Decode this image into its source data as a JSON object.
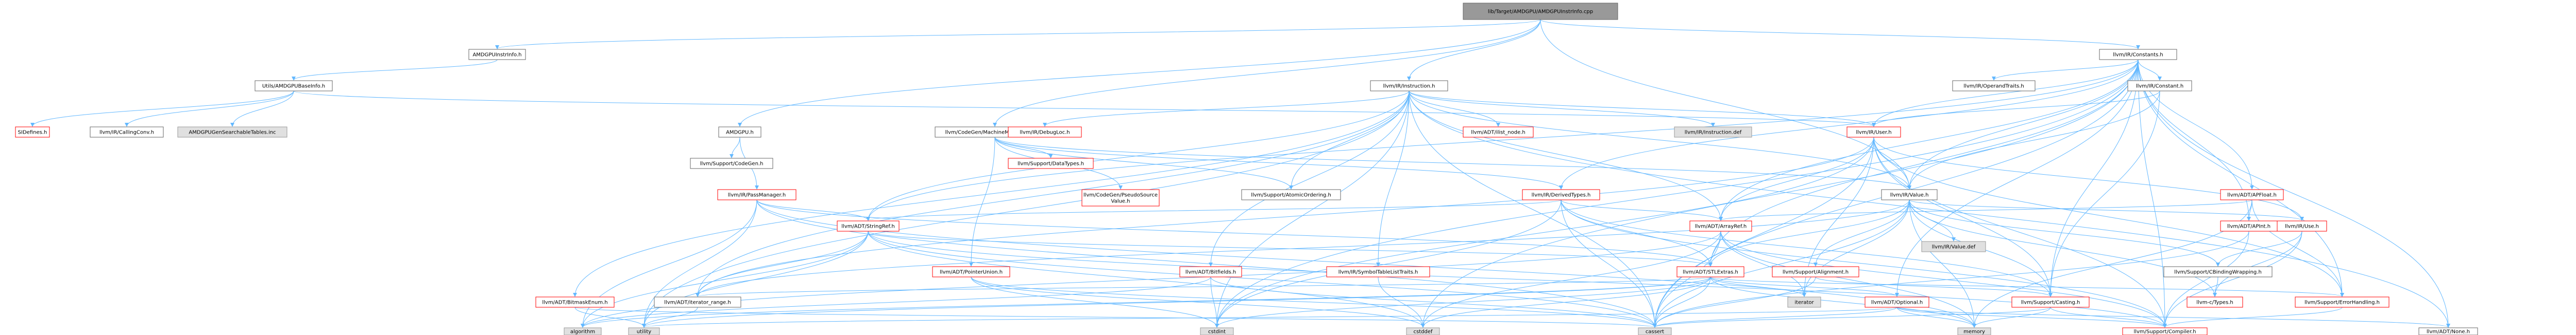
{
  "diagram": {
    "nodes": [
      {
        "id": "root",
        "label": "lib/Target/AMDGPU/AMDGPUInstrInfo.cpp",
        "kind": "root"
      },
      {
        "id": "amdgpuinstrinfo_h",
        "label": "AMDGPUInstrInfo.h",
        "kind": "normal"
      },
      {
        "id": "baseinfo",
        "label": "Utils/AMDGPUBaseInfo.h",
        "kind": "normal"
      },
      {
        "id": "sidefines",
        "label": "SIDefines.h",
        "kind": "trunc"
      },
      {
        "id": "callingconv",
        "label": "llvm/IR/CallingConv.h",
        "kind": "normal"
      },
      {
        "id": "searchtables",
        "label": "AMDGPUGenSearchableTables.inc",
        "kind": "sys"
      },
      {
        "id": "amdgpu_h",
        "label": "AMDGPU.h",
        "kind": "normal"
      },
      {
        "id": "support_codegen",
        "label": "llvm/Support/CodeGen.h",
        "kind": "normal"
      },
      {
        "id": "passmanager",
        "label": "llvm/IR/PassManager.h",
        "kind": "trunc"
      },
      {
        "id": "codegen_mmo",
        "label": "llvm/CodeGen/MachineMemOperand.h",
        "kind": "normal"
      },
      {
        "id": "instruction_h",
        "label": "llvm/IR/Instruction.h",
        "kind": "normal"
      },
      {
        "id": "constants_h",
        "label": "llvm/IR/Constants.h",
        "kind": "normal"
      },
      {
        "id": "debugloc",
        "label": "llvm/IR/DebugLoc.h",
        "kind": "trunc"
      },
      {
        "id": "datatypes",
        "label": "llvm/Support/DataTypes.h",
        "kind": "trunc"
      },
      {
        "id": "pseudosource",
        "label": "llvm/CodeGen/PseudoSource\nValue.h",
        "kind": "trunc"
      },
      {
        "id": "atomicordering",
        "label": "llvm/Support/AtomicOrdering.h",
        "kind": "normal"
      },
      {
        "id": "ilist_node",
        "label": "llvm/ADT/ilist_node.h",
        "kind": "trunc"
      },
      {
        "id": "instruction_def",
        "label": "llvm/IR/Instruction.def",
        "kind": "sys"
      },
      {
        "id": "user_h",
        "label": "llvm/IR/User.h",
        "kind": "trunc"
      },
      {
        "id": "derivedtypes",
        "label": "llvm/IR/DerivedTypes.h",
        "kind": "trunc"
      },
      {
        "id": "value_h",
        "label": "llvm/IR/Value.h",
        "kind": "normal"
      },
      {
        "id": "value_def",
        "label": "llvm/IR/Value.def",
        "kind": "sys"
      },
      {
        "id": "operandtraits",
        "label": "llvm/IR/OperandTraits.h",
        "kind": "normal"
      },
      {
        "id": "constant_h",
        "label": "llvm/IR/Constant.h",
        "kind": "normal"
      },
      {
        "id": "apfloat",
        "label": "llvm/ADT/APFloat.h",
        "kind": "trunc"
      },
      {
        "id": "apint",
        "label": "llvm/ADT/APInt.h",
        "kind": "trunc"
      },
      {
        "id": "use_h",
        "label": "llvm/IR/Use.h",
        "kind": "trunc"
      },
      {
        "id": "cbinding",
        "label": "llvm/Support/CBindingWrapping.h",
        "kind": "normal"
      },
      {
        "id": "ctypes",
        "label": "llvm-c/Types.h",
        "kind": "trunc"
      },
      {
        "id": "stringref",
        "label": "llvm/ADT/StringRef.h",
        "kind": "trunc"
      },
      {
        "id": "arrayref",
        "label": "llvm/ADT/ArrayRef.h",
        "kind": "trunc"
      },
      {
        "id": "pointerunion",
        "label": "llvm/ADT/PointerUnion.h",
        "kind": "trunc"
      },
      {
        "id": "bitfields",
        "label": "llvm/ADT/Bitfields.h",
        "kind": "trunc"
      },
      {
        "id": "symtabtraits",
        "label": "llvm/IR/SymbolTableListTraits.h",
        "kind": "trunc"
      },
      {
        "id": "stlextras",
        "label": "llvm/ADT/STLExtras.h",
        "kind": "trunc"
      },
      {
        "id": "alignment",
        "label": "llvm/Support/Alignment.h",
        "kind": "trunc"
      },
      {
        "id": "bitmaskenum",
        "label": "llvm/ADT/BitmaskEnum.h",
        "kind": "trunc"
      },
      {
        "id": "iterator_range",
        "label": "llvm/ADT/iterator_range.h",
        "kind": "normal"
      },
      {
        "id": "optional",
        "label": "llvm/ADT/Optional.h",
        "kind": "trunc"
      },
      {
        "id": "casting",
        "label": "llvm/Support/Casting.h",
        "kind": "trunc"
      },
      {
        "id": "errorhandling",
        "label": "llvm/Support/ErrorHandling.h",
        "kind": "trunc"
      },
      {
        "id": "compiler",
        "label": "llvm/Support/Compiler.h",
        "kind": "trunc"
      },
      {
        "id": "none",
        "label": "llvm/ADT/None.h",
        "kind": "normal"
      },
      {
        "id": "algorithm",
        "label": "algorithm",
        "kind": "sys"
      },
      {
        "id": "utility",
        "label": "utility",
        "kind": "sys"
      },
      {
        "id": "cstdint",
        "label": "cstdint",
        "kind": "sys"
      },
      {
        "id": "cstddef",
        "label": "cstddef",
        "kind": "sys"
      },
      {
        "id": "cassert",
        "label": "cassert",
        "kind": "sys"
      },
      {
        "id": "iterator",
        "label": "iterator",
        "kind": "sys"
      },
      {
        "id": "memory",
        "label": "memory",
        "kind": "sys"
      }
    ],
    "edges": [
      [
        "root",
        "amdgpuinstrinfo_h"
      ],
      [
        "root",
        "amdgpu_h"
      ],
      [
        "root",
        "codegen_mmo"
      ],
      [
        "root",
        "instruction_h"
      ],
      [
        "root",
        "constants_h"
      ],
      [
        "root",
        "value_h"
      ],
      [
        "amdgpuinstrinfo_h",
        "baseinfo"
      ],
      [
        "baseinfo",
        "sidefines"
      ],
      [
        "baseinfo",
        "callingconv"
      ],
      [
        "baseinfo",
        "searchtables"
      ],
      [
        "baseinfo",
        "user_h"
      ],
      [
        "amdgpu_h",
        "support_codegen"
      ],
      [
        "amdgpu_h",
        "passmanager"
      ],
      [
        "passmanager",
        "stringref"
      ],
      [
        "passmanager",
        "stlextras"
      ],
      [
        "passmanager",
        "algorithm"
      ],
      [
        "passmanager",
        "cassert"
      ],
      [
        "passmanager",
        "memory"
      ],
      [
        "passmanager",
        "utility"
      ],
      [
        "codegen_mmo",
        "datatypes"
      ],
      [
        "codegen_mmo",
        "pseudosource"
      ],
      [
        "codegen_mmo",
        "atomicordering"
      ],
      [
        "codegen_mmo",
        "pointerunion"
      ],
      [
        "codegen_mmo",
        "derivedtypes"
      ],
      [
        "codegen_mmo",
        "value_h"
      ],
      [
        "instruction_h",
        "debugloc"
      ],
      [
        "instruction_h",
        "bitmaskenum"
      ],
      [
        "instruction_h",
        "stringref"
      ],
      [
        "instruction_h",
        "bitfields"
      ],
      [
        "instruction_h",
        "symtabtraits"
      ],
      [
        "instruction_h",
        "iterator_range"
      ],
      [
        "instruction_h",
        "ilist_node"
      ],
      [
        "instruction_h",
        "atomicordering"
      ],
      [
        "instruction_h",
        "instruction_def"
      ],
      [
        "instruction_h",
        "user_h"
      ],
      [
        "instruction_h",
        "value_h"
      ],
      [
        "instruction_h",
        "arrayref"
      ],
      [
        "instruction_h",
        "cstdint"
      ],
      [
        "instruction_h",
        "utility"
      ],
      [
        "instruction_h",
        "cassert"
      ],
      [
        "instruction_h",
        "none"
      ],
      [
        "constants_h",
        "operandtraits"
      ],
      [
        "constants_h",
        "constant_h"
      ],
      [
        "constants_h",
        "apfloat"
      ],
      [
        "constants_h",
        "apint"
      ],
      [
        "constants_h",
        "arrayref"
      ],
      [
        "constants_h",
        "stlextras"
      ],
      [
        "constants_h",
        "stringref"
      ],
      [
        "constants_h",
        "derivedtypes"
      ],
      [
        "constants_h",
        "user_h"
      ],
      [
        "constants_h",
        "value_h"
      ],
      [
        "constants_h",
        "casting"
      ],
      [
        "constants_h",
        "compiler"
      ],
      [
        "constants_h",
        "errorhandling"
      ],
      [
        "constants_h",
        "optional"
      ],
      [
        "constants_h",
        "cassert"
      ],
      [
        "constants_h",
        "cstddef"
      ],
      [
        "constants_h",
        "cstdint"
      ],
      [
        "constants_h",
        "none"
      ],
      [
        "constant_h",
        "user_h"
      ],
      [
        "constant_h",
        "value_h"
      ],
      [
        "constant_h",
        "casting"
      ],
      [
        "user_h",
        "arrayref"
      ],
      [
        "user_h",
        "iterator_range"
      ],
      [
        "user_h",
        "use_h"
      ],
      [
        "user_h",
        "value_h"
      ],
      [
        "user_h",
        "casting"
      ],
      [
        "user_h",
        "compiler"
      ],
      [
        "user_h",
        "errorhandling"
      ],
      [
        "user_h",
        "cassert"
      ],
      [
        "user_h",
        "cstdint"
      ],
      [
        "user_h",
        "iterator"
      ],
      [
        "derivedtypes",
        "arrayref"
      ],
      [
        "derivedtypes",
        "stlextras"
      ],
      [
        "derivedtypes",
        "stringref"
      ],
      [
        "derivedtypes",
        "casting"
      ],
      [
        "derivedtypes",
        "compiler"
      ],
      [
        "derivedtypes",
        "cassert"
      ],
      [
        "derivedtypes",
        "cstdint"
      ],
      [
        "value_h",
        "stlextras"
      ],
      [
        "value_h",
        "iterator_range"
      ],
      [
        "value_h",
        "use_h"
      ],
      [
        "value_h",
        "value_def"
      ],
      [
        "value_h",
        "alignment"
      ],
      [
        "value_h",
        "casting"
      ],
      [
        "value_h",
        "cbinding"
      ],
      [
        "value_h",
        "ctypes"
      ],
      [
        "value_h",
        "cassert"
      ],
      [
        "value_h",
        "iterator"
      ],
      [
        "value_h",
        "memory"
      ],
      [
        "apfloat",
        "apint"
      ],
      [
        "apfloat",
        "arrayref"
      ],
      [
        "apfloat",
        "errorhandling"
      ],
      [
        "apfloat",
        "memory"
      ],
      [
        "apint",
        "compiler"
      ],
      [
        "apint",
        "cassert"
      ],
      [
        "use_h",
        "cbinding"
      ],
      [
        "use_h",
        "compiler"
      ],
      [
        "use_h",
        "ctypes"
      ],
      [
        "cbinding",
        "ctypes"
      ],
      [
        "stringref",
        "stlextras"
      ],
      [
        "stringref",
        "iterator_range"
      ],
      [
        "stringref",
        "compiler"
      ],
      [
        "stringref",
        "algorithm"
      ],
      [
        "stringref",
        "cassert"
      ],
      [
        "stringref",
        "cstddef"
      ],
      [
        "stringref",
        "utility"
      ],
      [
        "arrayref",
        "stlextras"
      ],
      [
        "arrayref",
        "compiler"
      ],
      [
        "arrayref",
        "algorithm"
      ],
      [
        "arrayref",
        "cassert"
      ],
      [
        "arrayref",
        "cstddef"
      ],
      [
        "arrayref",
        "iterator"
      ],
      [
        "arrayref",
        "memory"
      ],
      [
        "pointerunion",
        "cstddef"
      ],
      [
        "pointerunion",
        "cstdint"
      ],
      [
        "pointerunion",
        "cassert"
      ],
      [
        "bitfields",
        "algorithm"
      ],
      [
        "bitfields",
        "cassert"
      ],
      [
        "bitfields",
        "cstdint"
      ],
      [
        "symtabtraits",
        "cstddef"
      ],
      [
        "stlextras",
        "optional"
      ],
      [
        "stlextras",
        "iterator_range"
      ],
      [
        "stlextras",
        "errorhandling"
      ],
      [
        "stlextras",
        "algorithm"
      ],
      [
        "stlextras",
        "cassert"
      ],
      [
        "stlextras",
        "cstddef"
      ],
      [
        "stlextras",
        "cstdint"
      ],
      [
        "stlextras",
        "iterator"
      ],
      [
        "stlextras",
        "memory"
      ],
      [
        "stlextras",
        "utility"
      ],
      [
        "alignment",
        "casting"
      ],
      [
        "alignment",
        "cassert"
      ],
      [
        "bitmaskenum",
        "cassert"
      ],
      [
        "bitmaskenum",
        "utility"
      ],
      [
        "iterator_range",
        "utility"
      ],
      [
        "optional",
        "none"
      ],
      [
        "optional",
        "compiler"
      ],
      [
        "optional",
        "cassert"
      ],
      [
        "optional",
        "memory"
      ],
      [
        "optional",
        "utility"
      ],
      [
        "casting",
        "compiler"
      ],
      [
        "casting",
        "cassert"
      ],
      [
        "casting",
        "memory"
      ],
      [
        "errorhandling",
        "compiler"
      ]
    ]
  }
}
